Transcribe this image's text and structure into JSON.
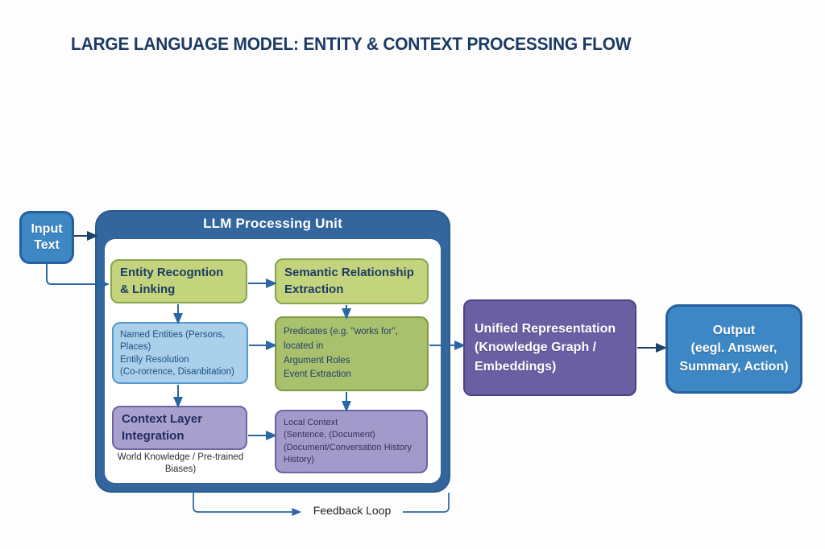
{
  "title": "LARGE LANGUAGE MODEL: ENTITY & CONTEXT PROCESSING FLOW",
  "nodes": {
    "input": "Input\nText",
    "llm_unit": "LLM Processing Unit",
    "entity_recognition": "Entity Recogntion\n& Linking",
    "semantic_extraction": "Semantic Relationship\nExtraction",
    "named_entities": "Named Entities (Persons,\nPlaces)\nEntily Resolution\n(Co-rorrence, Disanbitation)",
    "predicates": "Predicates (e.g. \"works for\",\nlocated in\nArgument Roles\nEvent Extraction",
    "context_layer": "Context Layer\nIntegration",
    "world_knowledge": "World Knowledge / Pre-trained\nBiases)",
    "local_context": "Local Context\n(Sentence, (Document)\n(Document/Conversation History\nHistory)",
    "unified_representation": "Unified Representation\n(Knowledge Graph /\nEmbeddings)",
    "output": "Output\n(eegl. Answer,\nSummary, Action)"
  },
  "labels": {
    "feedback_loop": "Feedback Loop"
  },
  "colors": {
    "title_text": "#1b3a63",
    "container_fill": "#33669c",
    "blue_node_fill": "#3d87c4",
    "blue_node_border": "#2561a1",
    "green_header_fill": "#c3d47c",
    "green_body_fill": "#a9c06c",
    "light_blue_fill": "#abd0ec",
    "light_purple_fill": "#a8a1cd",
    "dark_purple_fill": "#6b5fa4",
    "arrow_blue": "#2b66a5",
    "arrow_navy": "#1e4166"
  },
  "edges": [
    {
      "from": "input",
      "to": "llm_unit"
    },
    {
      "from": "input",
      "to": "entity_recognition"
    },
    {
      "from": "entity_recognition",
      "to": "semantic_extraction"
    },
    {
      "from": "entity_recognition",
      "to": "named_entities"
    },
    {
      "from": "semantic_extraction",
      "to": "predicates"
    },
    {
      "from": "named_entities",
      "to": "predicates"
    },
    {
      "from": "named_entities",
      "to": "context_layer"
    },
    {
      "from": "predicates",
      "to": "local_context"
    },
    {
      "from": "context_layer",
      "to": "local_context"
    },
    {
      "from": "predicates",
      "to": "unified_representation"
    },
    {
      "from": "unified_representation",
      "to": "output"
    },
    {
      "from": "llm_unit",
      "to": "feedback_loop"
    },
    {
      "from": "feedback_loop",
      "to": "llm_unit"
    }
  ]
}
